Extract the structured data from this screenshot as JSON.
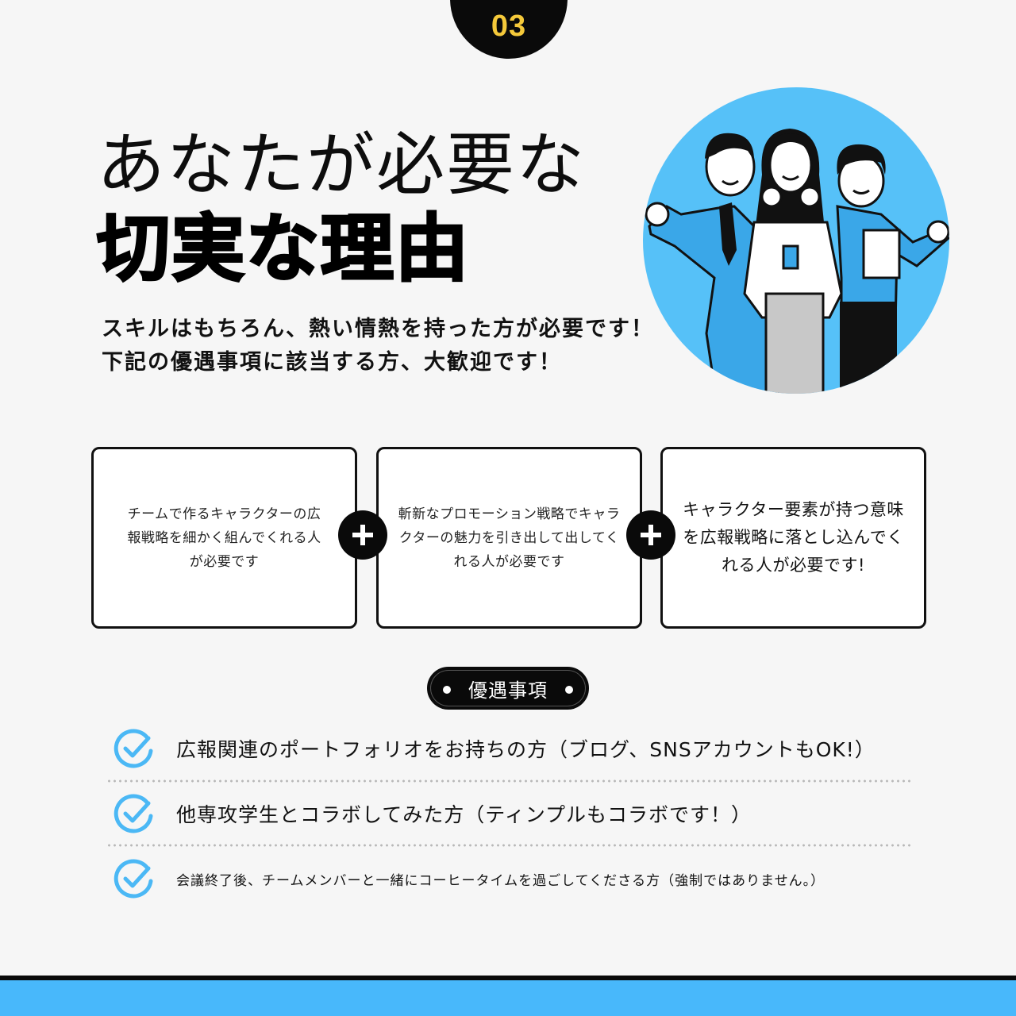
{
  "section": {
    "number": "03",
    "number_color": "#f5c93a"
  },
  "headline": {
    "line1": "あなたが必要な",
    "line2": "切実な理由"
  },
  "subtitle": {
    "line1": "スキルはもちろん、熱い情熱を持った方が必要です！",
    "line2": "下記の優遇事項に該当する方、大歓迎です！"
  },
  "illustration": {
    "icon": "team-celebrating-illustration",
    "background_color": "#56c1f8"
  },
  "cards": [
    {
      "text": "チームで作るキャラクターの広報戦略を細かく組んでくれる人が必要です"
    },
    {
      "text": "斬新なプロモーション戦略でキャラクターの魅力を引き出して出してくれる人が必要です"
    },
    {
      "text": "キャラクター要素が持つ意味を広報戦略に落とし込んでくれる人が必要です!"
    }
  ],
  "connectors": [
    {
      "icon": "plus-icon"
    },
    {
      "icon": "plus-icon"
    }
  ],
  "preferred": {
    "label": "優遇事項",
    "items": [
      {
        "icon": "check-circle-icon",
        "text": "広報関連のポートフォリオをお持ちの方（ブログ、SNSアカウントもOK!）"
      },
      {
        "icon": "check-circle-icon",
        "text": "他専攻学生とコラボしてみた方（ティンプルもコラボです！）"
      },
      {
        "icon": "check-circle-icon",
        "text": "会議終了後、チームメンバーと一緒にコーヒータイムを過ごしてくださる方（強制ではありません。）"
      }
    ],
    "check_color": "#4bb8f5"
  },
  "footer": {
    "band_color": "#48b8fb"
  }
}
